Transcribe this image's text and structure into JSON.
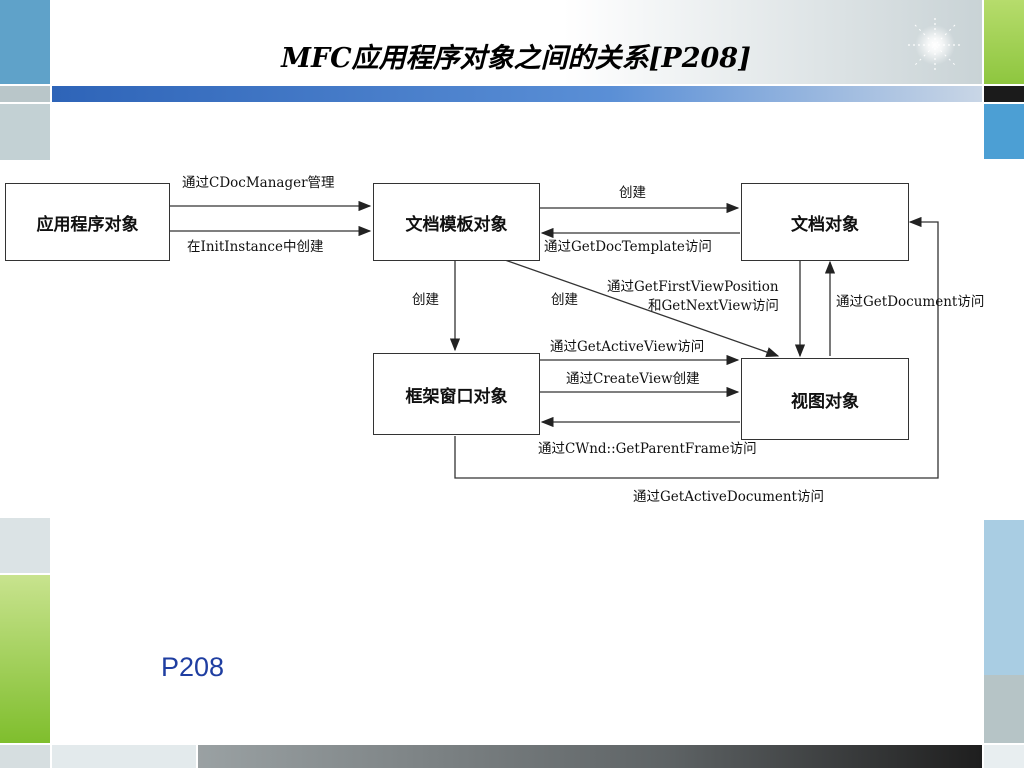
{
  "slide": {
    "title": "MFC应用程序对象之间的关系[P208]",
    "footer_text": "P208"
  },
  "diagram": {
    "nodes": {
      "app": "应用程序对象",
      "doctemplate": "文档模板对象",
      "document": "文档对象",
      "frame": "框架窗口对象",
      "view": "视图对象"
    },
    "edge_labels": {
      "app_to_template_manage": "通过CDocManager管理",
      "app_to_template_create": "在InitInstance中创建",
      "template_create_document": "创建",
      "document_to_template_access": "通过GetDocTemplate访问",
      "template_create_frame": "创建",
      "template_create_view": "创建",
      "document_view_access_1": "通过GetFirstViewPosition",
      "document_view_access_2": "和GetNextView访问",
      "view_to_document_access": "通过GetDocument访问",
      "frame_get_active_view": "通过GetActiveView访问",
      "frame_create_view": "通过CreateView创建",
      "view_get_parent_frame": "通过CWnd::GetParentFrame访问",
      "frame_get_active_document": "通过GetActiveDocument访问"
    }
  },
  "colors": {
    "blue_bar": "#3a73c4",
    "green_accent": "#8ec63f",
    "light_blue": "#a9cde3",
    "gray_tile": "#c9d7d8",
    "footer_text": "#1f3ea1"
  }
}
